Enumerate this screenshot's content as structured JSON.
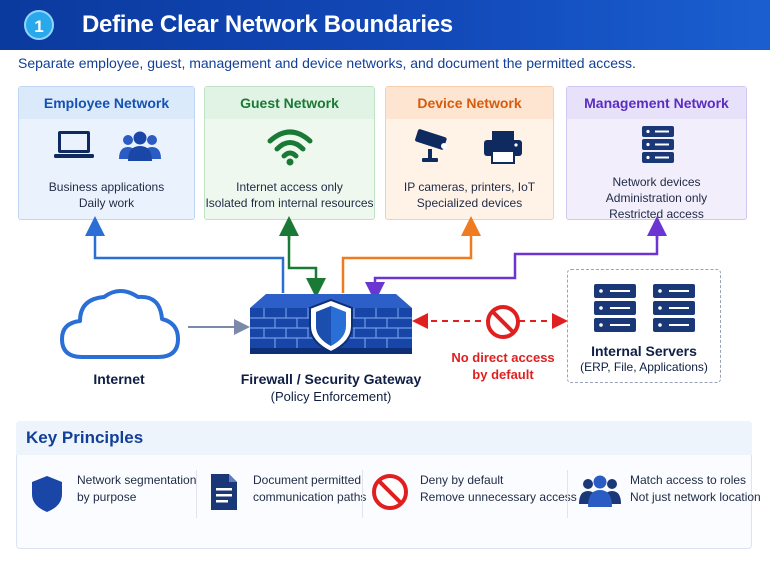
{
  "header": {
    "step": "1",
    "title": "Define Clear Network Boundaries"
  },
  "subtitle": "Separate employee, guest, management and device networks, and document the permitted access.",
  "networks": {
    "employee": {
      "title": "Employee Network",
      "lines": [
        "Business applications",
        "Daily work"
      ],
      "color": "#1551b3"
    },
    "guest": {
      "title": "Guest Network",
      "lines": [
        "Internet access only",
        "Isolated from internal resources"
      ],
      "color": "#1a7a35"
    },
    "device": {
      "title": "Device Network",
      "lines": [
        "IP cameras, printers, IoT",
        "Specialized devices"
      ],
      "color": "#d75b0d"
    },
    "management": {
      "title": "Management Network",
      "lines": [
        "Network devices",
        "Administration only",
        "Restricted access"
      ],
      "color": "#5a2cc0"
    }
  },
  "internet": {
    "label": "Internet"
  },
  "firewall": {
    "label": "Firewall / Security Gateway",
    "sublabel": "(Policy Enforcement)"
  },
  "no_access": {
    "line1": "No direct access",
    "line2": "by default",
    "color": "#e02020"
  },
  "servers": {
    "label": "Internal Servers",
    "sublabel": "(ERP, File, Applications)"
  },
  "principles": {
    "title": "Key Principles",
    "items": [
      {
        "icon": "shield-icon",
        "line1": "Network segmentation",
        "line2": "by purpose"
      },
      {
        "icon": "document-icon",
        "line1": "Document permitted",
        "line2": "communication paths"
      },
      {
        "icon": "no-entry-icon",
        "line1": "Deny by default",
        "line2": "Remove unnecessary access"
      },
      {
        "icon": "users-icon",
        "line1": "Match access to roles",
        "line2": "Not just network location"
      }
    ]
  }
}
